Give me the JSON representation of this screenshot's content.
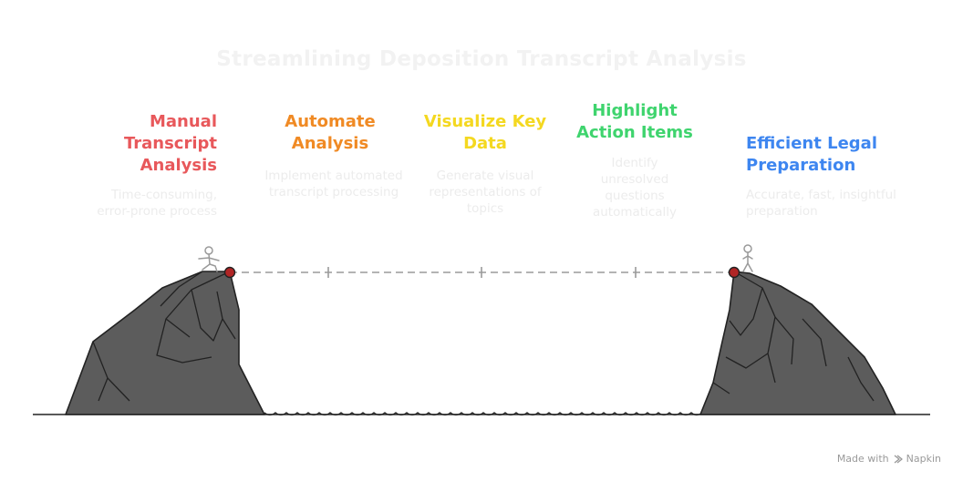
{
  "title": "Streamlining Deposition Transcript Analysis",
  "steps": [
    {
      "heading": "Manual Transcript Analysis",
      "description": "Time-consuming, error-prone process",
      "color": "#e8585b"
    },
    {
      "heading": "Automate Analysis",
      "description": "Implement automated transcript processing",
      "color": "#f08a24"
    },
    {
      "heading": "Visualize Key Data",
      "description": "Generate visual representations of topics",
      "color": "#f4d820"
    },
    {
      "heading": "Highlight Action Items",
      "description": "Identify unresolved questions automatically",
      "color": "#3fd46e"
    },
    {
      "heading": "Efficient Legal Preparation",
      "description": "Accurate, fast, insightful preparation",
      "color": "#3e86f0"
    }
  ],
  "icons": {
    "start_figure": "person-walking-icon",
    "end_figure": "person-standing-icon"
  },
  "footer": {
    "prefix": "Made with",
    "brand": "Napkin"
  }
}
